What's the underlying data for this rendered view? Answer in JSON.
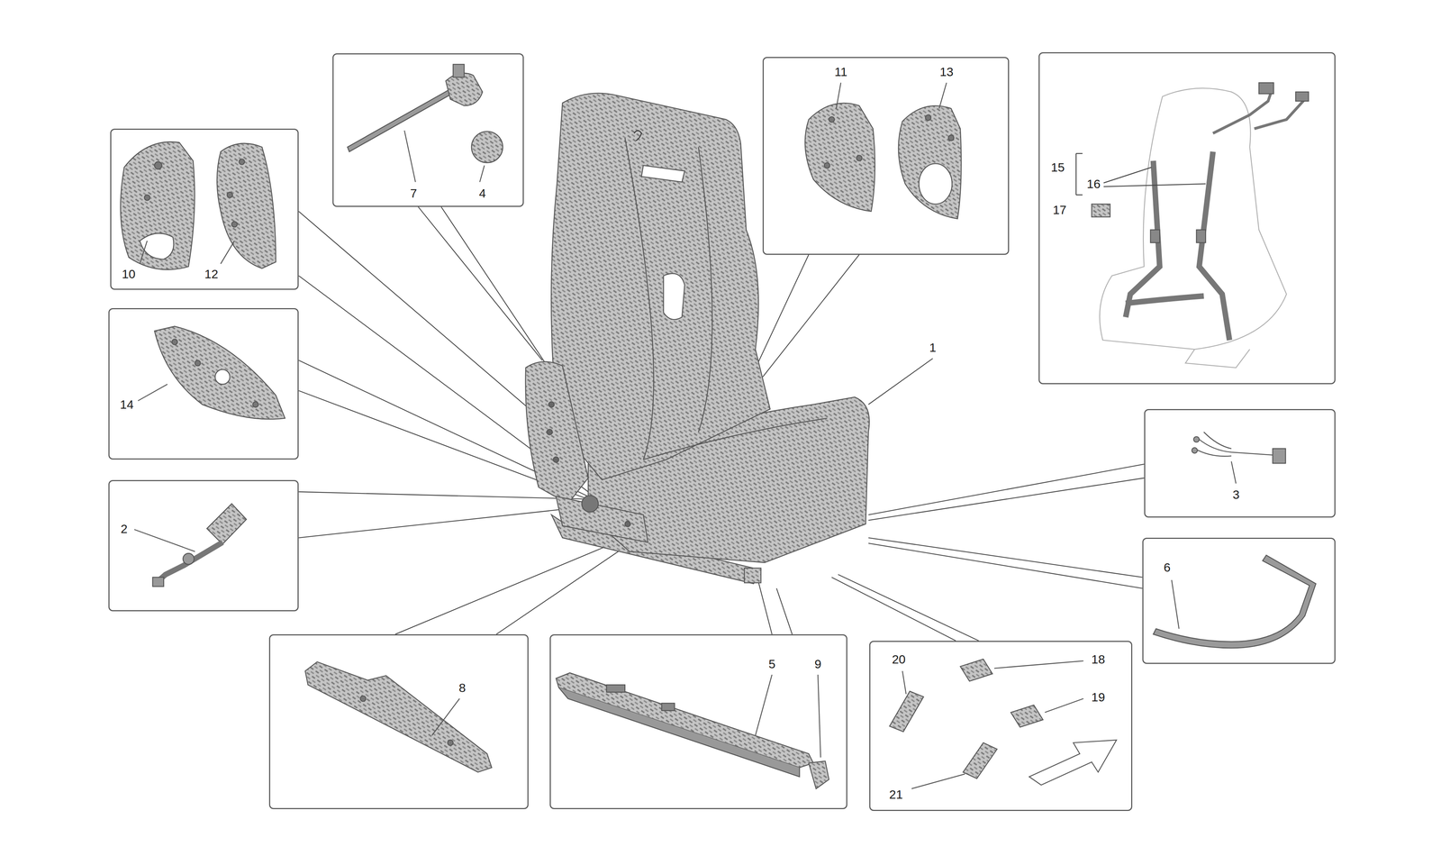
{
  "diagram": {
    "nodes": [
      {
        "text": [
          "10",
          "12"
        ]
      },
      {
        "text": [
          "7",
          "4"
        ]
      },
      {
        "text": [
          "11",
          "13"
        ]
      },
      {
        "text": [
          "15",
          "16",
          "17"
        ]
      },
      {
        "text": [
          "14"
        ]
      },
      {
        "text": [
          "2"
        ]
      },
      {
        "text": [
          "3"
        ]
      },
      {
        "text": [
          "6"
        ]
      },
      {
        "text": [
          "8"
        ]
      },
      {
        "text": [
          "5",
          "9"
        ]
      },
      {
        "text": [
          "20",
          "18",
          "19",
          "21"
        ]
      }
    ],
    "labels": [
      "1"
    ]
  }
}
